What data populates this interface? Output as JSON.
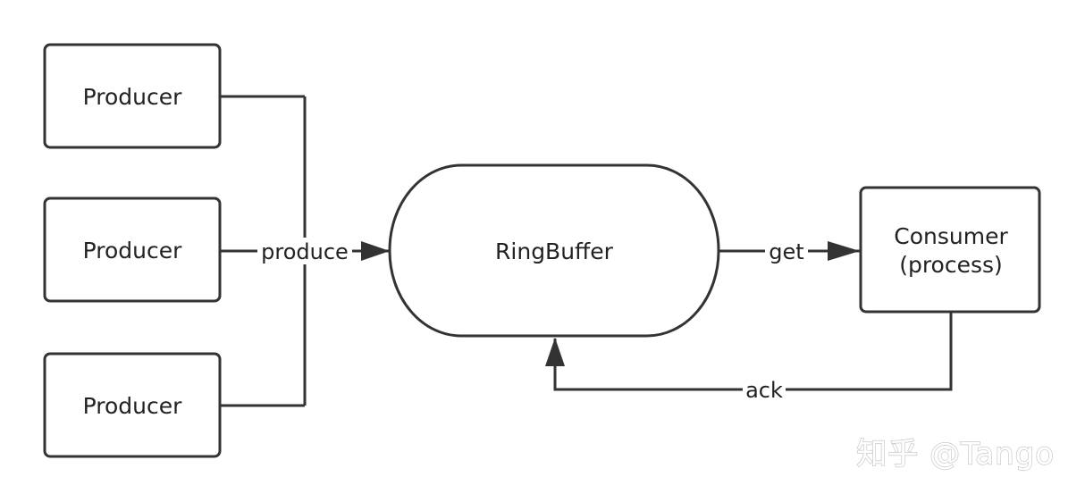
{
  "diagram": {
    "colors": {
      "stroke": "#333333",
      "text": "#222222",
      "background": "#ffffff",
      "watermark_outline": "#c8c8c8"
    },
    "nodes": {
      "producer_top": "Producer",
      "producer_middle": "Producer",
      "producer_bottom": "Producer",
      "ringbuffer": "RingBuffer",
      "consumer_line1": "Consumer",
      "consumer_line2": "(process)"
    },
    "edges": {
      "produce": "produce",
      "get": "get",
      "ack": "ack"
    },
    "watermark": "知乎 @Tango"
  }
}
